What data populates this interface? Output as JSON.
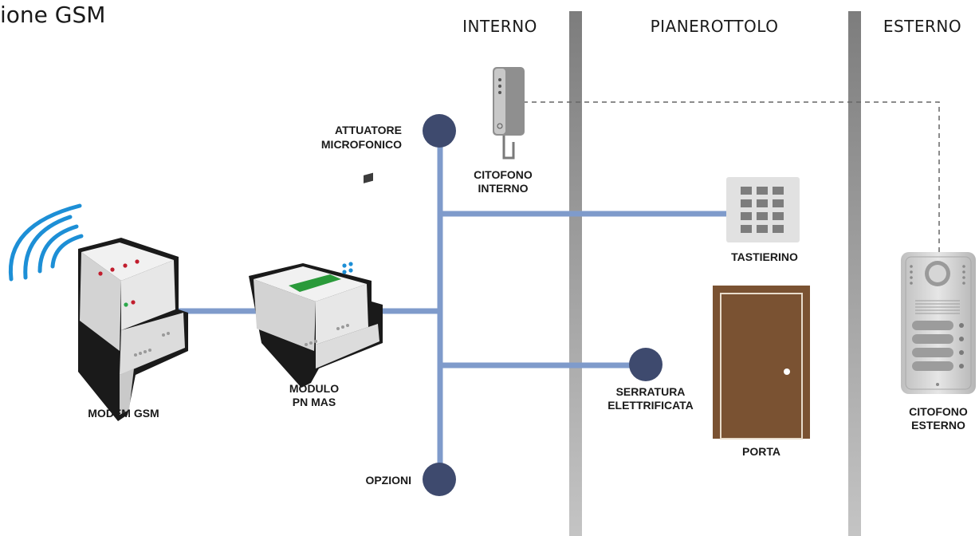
{
  "title": "ione GSM",
  "zones": {
    "interno": "INTERNO",
    "pianerottolo": "PIANEROTTOLO",
    "esterno": "ESTERNO"
  },
  "labels": {
    "modem": "MODEM GSM",
    "modulo_1": "MODULO",
    "modulo_2": "PN MAS",
    "attuatore_1": "ATTUATORE",
    "attuatore_2": "MICROFONICO",
    "opzioni": "OPZIONI",
    "citofono_int_1": "CITOFONO",
    "citofono_int_2": "INTERNO",
    "tastierino": "TASTIERINO",
    "serratura_1": "SERRATURA",
    "serratura_2": "ELETTRIFICATA",
    "porta": "PORTA",
    "citofono_ext_1": "CITOFONO",
    "citofono_ext_2": "ESTERNO"
  },
  "colors": {
    "bus": "#7f9bcb",
    "node": "#3e4a6e",
    "wall": "#9a9a9a",
    "door": "#7a5232",
    "wifi": "#1d8fd6"
  }
}
